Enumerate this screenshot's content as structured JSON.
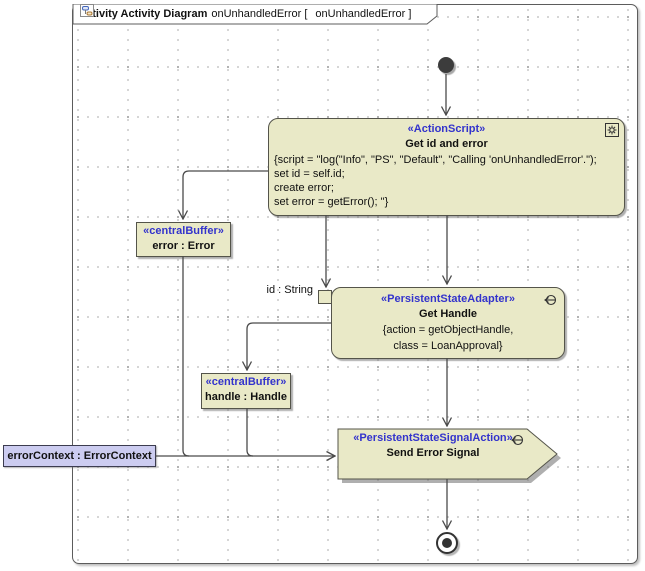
{
  "frame_title": {
    "keyword": "activity Activity Diagram",
    "pre": "onUnhandledError [",
    "post": "onUnhandledError ]"
  },
  "nodes": {
    "action_script": {
      "stereotype": "«ActionScript»",
      "name": "Get id and error",
      "body": [
        "{script = \"log(\"Info\", \"PS\", \"Default\", \"Calling 'onUnhandledError'.\");",
        "set id = self.id;",
        "create error;",
        "set error = getError(); \"}"
      ]
    },
    "error_buffer": {
      "stereotype": "«centralBuffer»",
      "name": "error : Error"
    },
    "get_handle": {
      "stereotype": "«PersistentStateAdapter»",
      "name": "Get Handle",
      "constraints": [
        "{action = getObjectHandle,",
        "class = LoanApproval}"
      ]
    },
    "handle_buffer": {
      "stereotype": "«centralBuffer»",
      "name": "handle : Handle"
    },
    "send_signal": {
      "stereotype": "«PersistentStateSignalAction»",
      "name": "Send Error Signal"
    },
    "error_context": {
      "name": "errorContext : ErrorContext"
    },
    "id_pin_label": "id : String"
  },
  "icons": {
    "title_icon": "activity-diagram-icon",
    "action_icon": "gear-icon",
    "adapter_icon": "adapter-arrow-icon",
    "signal_icon": "adapter-arrow-icon"
  },
  "colors": {
    "node_fill": "#e9e9c7",
    "node_border": "#54544a",
    "stereotype_blue": "#3333cc",
    "object_box_fill": "#ccccf0",
    "edge": "#4a4a4a",
    "initial_final": "#3c3c3c"
  }
}
